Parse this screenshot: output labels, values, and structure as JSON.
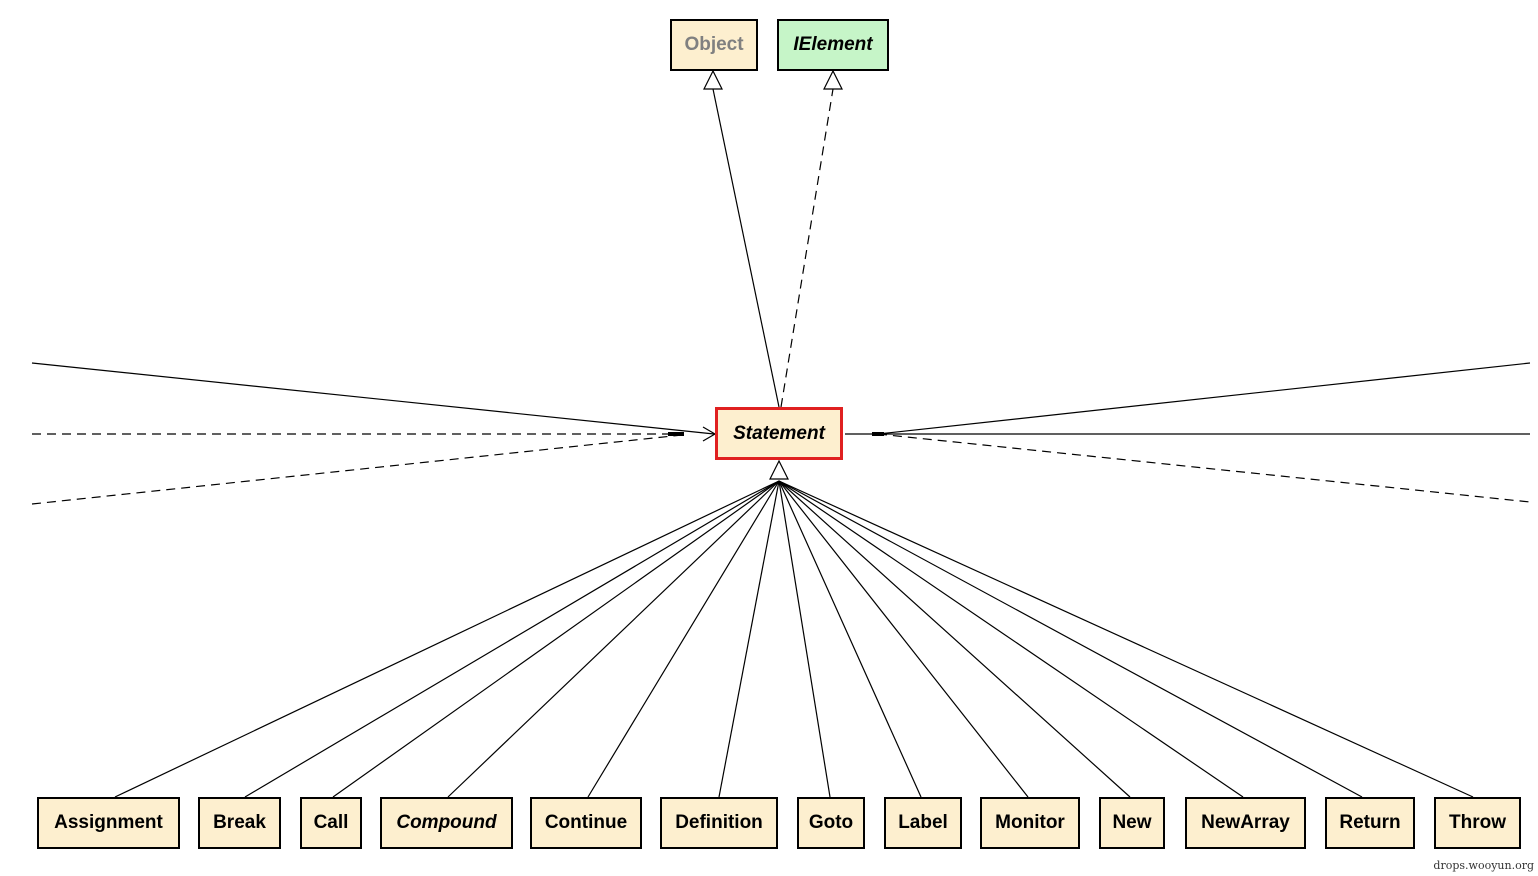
{
  "diagram": {
    "parents": [
      {
        "id": "object",
        "label": "Object",
        "style": "grey"
      },
      {
        "id": "ielement",
        "label": "IElement",
        "style": "interface"
      }
    ],
    "center": {
      "id": "statement",
      "label": "Statement",
      "style": "abstract-selected"
    },
    "children": [
      {
        "id": "assignment",
        "label": "Assignment",
        "italic": false
      },
      {
        "id": "break",
        "label": "Break",
        "italic": false
      },
      {
        "id": "call",
        "label": "Call",
        "italic": false
      },
      {
        "id": "compound",
        "label": "Compound",
        "italic": true
      },
      {
        "id": "continue",
        "label": "Continue",
        "italic": false
      },
      {
        "id": "definition",
        "label": "Definition",
        "italic": false
      },
      {
        "id": "goto",
        "label": "Goto",
        "italic": false
      },
      {
        "id": "label",
        "label": "Label",
        "italic": false
      },
      {
        "id": "monitor",
        "label": "Monitor",
        "italic": false
      },
      {
        "id": "new",
        "label": "New",
        "italic": false
      },
      {
        "id": "newarray",
        "label": "NewArray",
        "italic": false
      },
      {
        "id": "return",
        "label": "Return",
        "italic": false
      },
      {
        "id": "throw",
        "label": "Throw",
        "italic": false
      }
    ],
    "colors": {
      "class_fill": "#fdefcf",
      "interface_fill": "#c6f5c8",
      "selected_border": "#e02020",
      "line": "#000000"
    }
  },
  "watermark": "drops.wooyun.org"
}
